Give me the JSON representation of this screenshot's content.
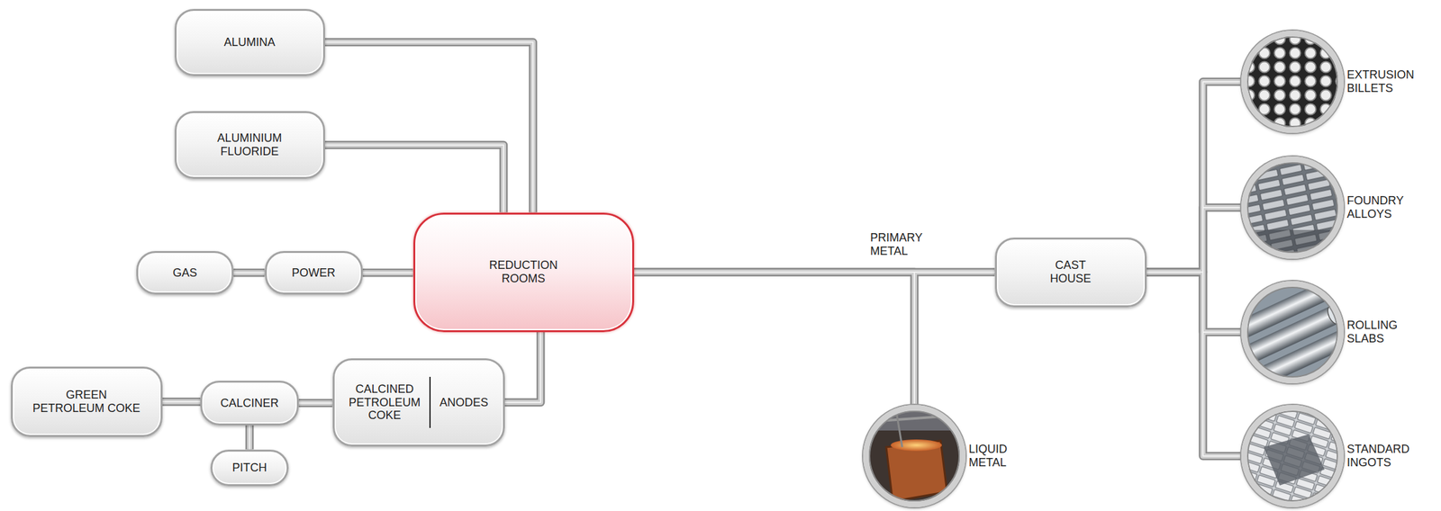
{
  "diagram": {
    "nodes": [
      {
        "text": [
          "ALUMINA"
        ]
      },
      {
        "text": [
          "ALUMINIUM FLUORIDE"
        ]
      },
      {
        "text": [
          "GAS"
        ]
      },
      {
        "text": [
          "POWER"
        ]
      },
      {
        "text": [
          "REDUCTION ROOMS"
        ]
      },
      {
        "text": [
          "GREEN PETROLEUM COKE"
        ]
      },
      {
        "text": [
          "CALCINER"
        ]
      },
      {
        "text": [
          "CALCINED PETROLEUM COKE",
          "ANODES"
        ]
      },
      {
        "text": [
          "PITCH"
        ]
      },
      {
        "text": [
          "CAST HOUSE"
        ]
      },
      {
        "text": [
          "LIQUID METAL"
        ]
      },
      {
        "text": [
          "EXTRUSION BILLETS"
        ]
      },
      {
        "text": [
          "FOUNDRY ALLOYS"
        ]
      },
      {
        "text": [
          "ROLLING SLABS"
        ]
      },
      {
        "text": [
          "STANDARD INGOTS"
        ]
      }
    ],
    "edges": [
      {
        "from": 0,
        "to": 4,
        "arrow": "none"
      },
      {
        "from": 1,
        "to": 4,
        "arrow": "none"
      },
      {
        "from": 2,
        "to": 3,
        "arrow": "none"
      },
      {
        "from": 3,
        "to": 4,
        "arrow": "none"
      },
      {
        "from": 5,
        "to": 6,
        "arrow": "none"
      },
      {
        "from": 6,
        "to": 7,
        "arrow": "none"
      },
      {
        "from": 8,
        "to": 6,
        "arrow": "none"
      },
      {
        "from": 7,
        "to": 4,
        "arrow": "none"
      },
      {
        "from": 4,
        "to": 9,
        "label": "PRIMARY METAL",
        "arrow": "none"
      },
      {
        "from": 4,
        "to": 10,
        "arrow": "none"
      },
      {
        "from": 9,
        "to": 11,
        "arrow": "none"
      },
      {
        "from": 9,
        "to": 12,
        "arrow": "none"
      },
      {
        "from": 9,
        "to": 13,
        "arrow": "none"
      },
      {
        "from": 9,
        "to": 14,
        "arrow": "none"
      }
    ]
  }
}
